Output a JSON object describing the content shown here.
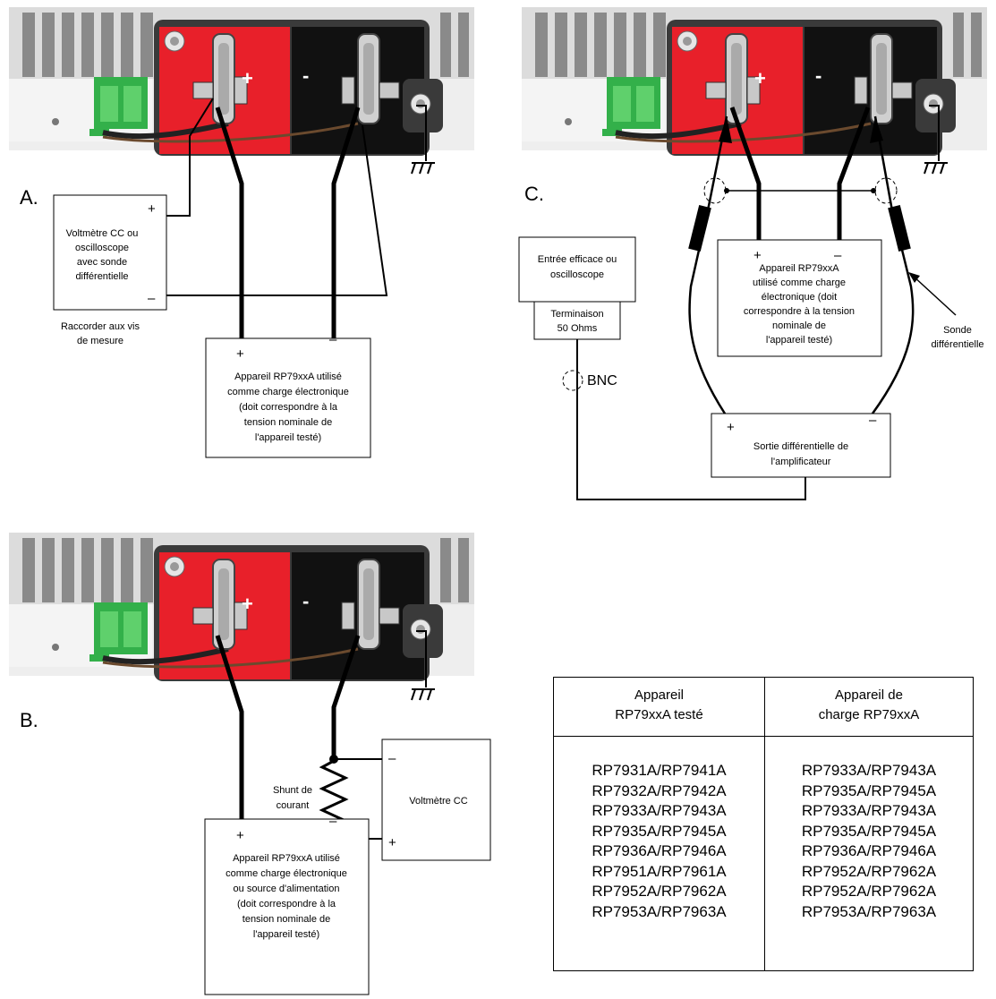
{
  "panelA": {
    "letter": "A.",
    "voltmeter": {
      "plus": "+",
      "minus": "–",
      "lines": [
        "Voltmètre CC ou",
        "oscilloscope",
        "avec sonde",
        "différentielle"
      ]
    },
    "connect_note": [
      "Raccorder aux vis",
      "de mesure"
    ],
    "load": {
      "plus": "+",
      "minus": "–",
      "lines": [
        "Appareil RP79xxA utilisé",
        "comme charge électronique",
        "(doit correspondre à la",
        "tension nominale de",
        "l'appareil testé)"
      ]
    }
  },
  "panelB": {
    "letter": "B.",
    "shunt_label": [
      "Shunt de",
      "courant"
    ],
    "voltmeter": {
      "minus": "–",
      "plus": "+",
      "label": "Voltmètre CC"
    },
    "load": {
      "plus": "+",
      "minus": "–",
      "lines": [
        "Appareil RP79xxA utilisé",
        "comme charge électronique",
        "ou source d'alimentation",
        "(doit correspondre à la",
        "tension nominale de",
        "l'appareil testé)"
      ]
    }
  },
  "panelC": {
    "letter": "C.",
    "scope": [
      "Entrée efficace ou",
      "oscilloscope"
    ],
    "termination": [
      "Terminaison",
      "50 Ohms"
    ],
    "bnc": "BNC",
    "load": {
      "plus": "+",
      "minus": "–",
      "lines": [
        "Appareil RP79xxA",
        "utilisé comme charge",
        "électronique (doit",
        "correspondre à la tension",
        "nominale de",
        "l'appareil testé)"
      ]
    },
    "probe_label": [
      "Sonde",
      "différentielle"
    ],
    "amplifier": {
      "plus": "+",
      "minus": "–",
      "lines": [
        "Sortie différentielle de",
        "l'amplificateur"
      ]
    }
  },
  "terminals": {
    "plus": "+",
    "minus": "-"
  },
  "table": {
    "headers": [
      [
        "Appareil",
        "RP79xxA testé"
      ],
      [
        "Appareil de",
        "charge RP79xxA"
      ]
    ],
    "rows": [
      [
        "RP7931A/RP7941A",
        "RP7933A/RP7943A"
      ],
      [
        "RP7932A/RP7942A",
        "RP7935A/RP7945A"
      ],
      [
        "RP7933A/RP7943A",
        "RP7933A/RP7943A"
      ],
      [
        "RP7935A/RP7945A",
        "RP7935A/RP7945A"
      ],
      [
        "RP7936A/RP7946A",
        "RP7936A/RP7946A"
      ],
      [
        "RP7951A/RP7961A",
        "RP7952A/RP7962A"
      ],
      [
        "RP7952A/RP7962A",
        "RP7952A/RP7962A"
      ],
      [
        "RP7953A/RP7963A",
        "RP7953A/RP7963A"
      ]
    ]
  },
  "colors": {
    "plus_terminal": "#e8202a",
    "minus_terminal": "#111111",
    "connector": "#33b04a",
    "panel": "#d9d9d9"
  }
}
